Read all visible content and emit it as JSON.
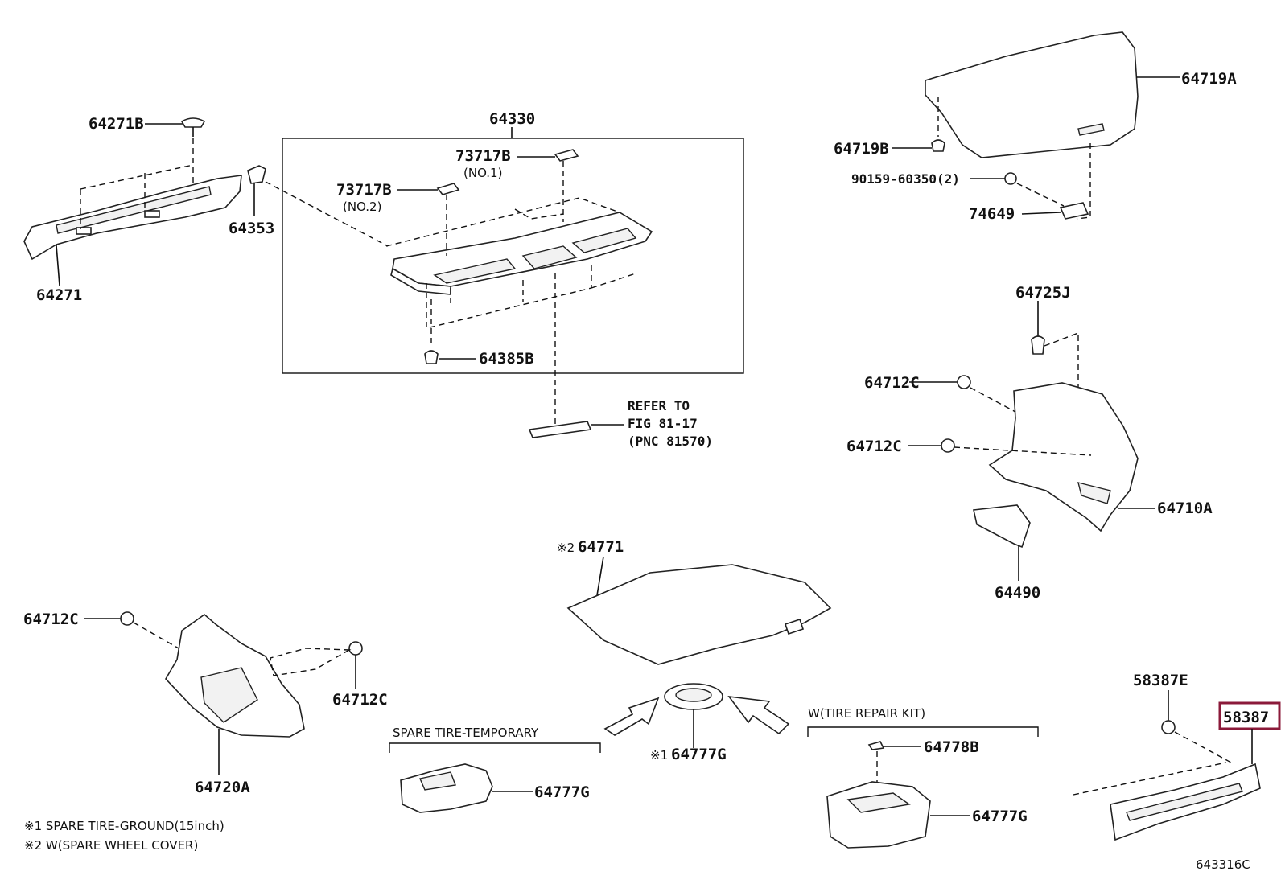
{
  "diagram_code": "643316C",
  "labels": {
    "p64271B": "64271B",
    "p64271": "64271",
    "p64353": "64353",
    "p64330": "64330",
    "p73717B_1": "73717B",
    "no1": "(NO.1)",
    "p73717B_2": "73717B",
    "no2": "(NO.2)",
    "p64385B": "64385B",
    "refer_line1": "REFER TO",
    "refer_line2": "FIG 81-17",
    "refer_line3": "(PNC 81570)",
    "p64719A": "64719A",
    "p64719B": "64719B",
    "p90159": "90159-60350(2)",
    "p74649": "74649",
    "p64725J": "64725J",
    "p64712C_r1": "64712C",
    "p64712C_r2": "64712C",
    "p64710A": "64710A",
    "p64490": "64490",
    "p64771_mark": "※2",
    "p64771": "64771",
    "p64712C_l1": "64712C",
    "p64712C_l2": "64712C",
    "p64720A": "64720A",
    "spare_temp_title": "SPARE TIRE-TEMPORARY",
    "p64777G_mid_mark": "※1",
    "p64777G_mid": "64777G",
    "p64777G_left": "64777G",
    "tire_kit_title": "W(TIRE REPAIR KIT)",
    "p64778B": "64778B",
    "p64777G_right": "64777G",
    "p58387E": "58387E",
    "p58387": "58387"
  },
  "notes": {
    "note1": "※1 SPARE TIRE-GROUND(15inch)",
    "note2": "※2 W(SPARE WHEEL COVER)"
  },
  "highlight": {
    "part": "58387",
    "color": "#8b1a3a"
  }
}
